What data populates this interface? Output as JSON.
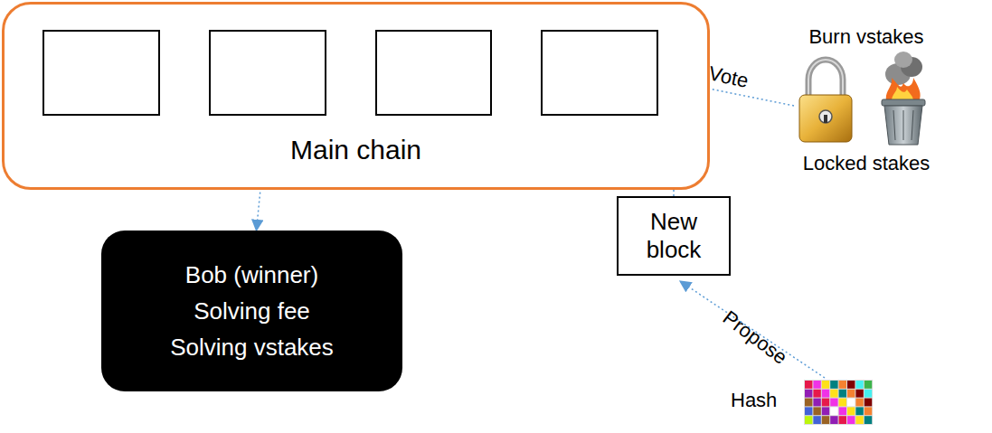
{
  "diagram": {
    "nodes": [
      {
        "text": [
          "Main chain"
        ]
      },
      {
        "text": [],
        "in": 0
      },
      {
        "text": [],
        "in": 0
      },
      {
        "text": [],
        "in": 0
      },
      {
        "text": [],
        "in": 0
      },
      {
        "text": [
          "Bob (winner)",
          "Solving fee",
          "Solving vstakes"
        ]
      },
      {
        "text": [
          "New block"
        ]
      }
    ],
    "edges": [
      {
        "from": 2,
        "to": 1,
        "arrow": "to"
      },
      {
        "from": 3,
        "to": 2,
        "arrow": "to"
      },
      {
        "from": 4,
        "to": 3,
        "arrow": "to"
      },
      {
        "from": 2,
        "to": 5,
        "arrow": "to"
      },
      {
        "from": 6,
        "to": 4,
        "arrow": "to"
      }
    ],
    "labels": [
      "Burn vstakes",
      "Vote",
      "Locked stakes",
      "Propose",
      "Hash"
    ]
  }
}
